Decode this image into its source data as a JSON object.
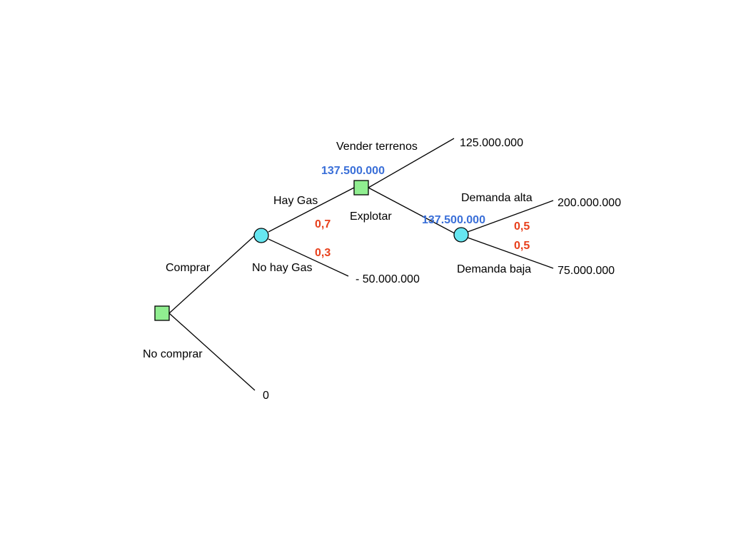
{
  "colors": {
    "decision_node": "#90ee90",
    "chance_node": "#66e6f0",
    "expected_value": "#3a6fd8",
    "probability": "#e8401c",
    "line": "#000000"
  },
  "branches": {
    "comprar": "Comprar",
    "no_comprar": "No comprar",
    "hay_gas": "Hay Gas",
    "no_hay_gas": "No hay Gas",
    "vender_terrenos": "Vender terrenos",
    "explotar": "Explotar",
    "demanda_alta": "Demanda alta",
    "demanda_baja": "Demanda baja"
  },
  "probabilities": {
    "hay_gas": "0,7",
    "no_hay_gas": "0,3",
    "demanda_alta": "0,5",
    "demanda_baja": "0,5"
  },
  "expected_values": {
    "decision_vender_explotar": "137.500.000",
    "chance_demanda": "137.500.000"
  },
  "payoffs": {
    "vender_terrenos": "125.000.000",
    "demanda_alta": "200.000.000",
    "demanda_baja": "75.000.000",
    "no_hay_gas": "- 50.000.000",
    "no_comprar": "0"
  }
}
